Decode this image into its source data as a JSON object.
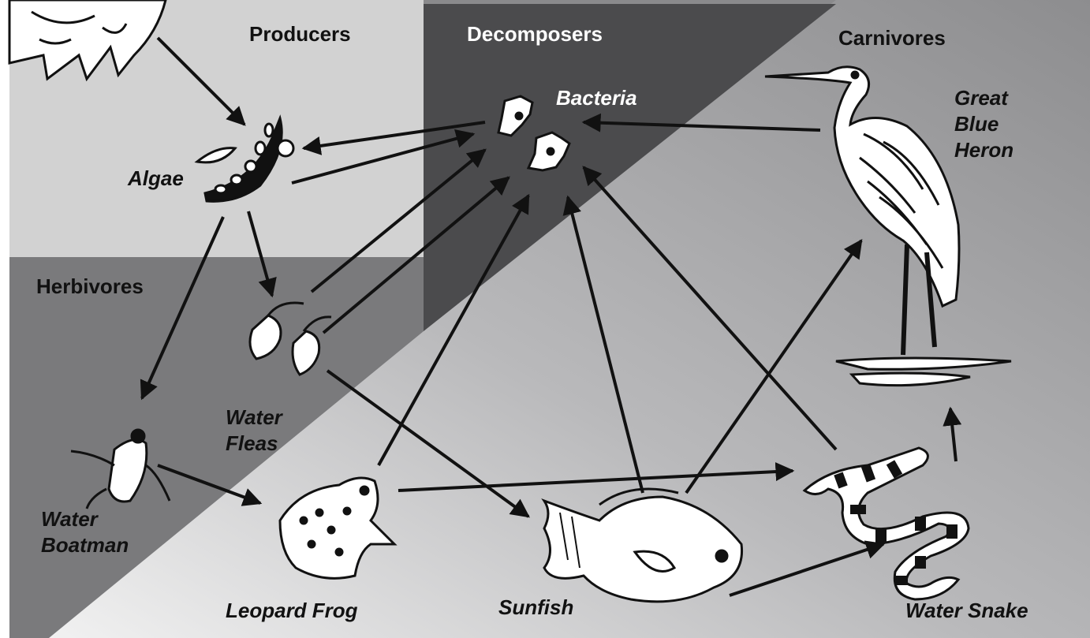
{
  "sections": {
    "producers": "Producers",
    "decomposers": "Decomposers",
    "carnivores": "Carnivores",
    "herbivores": "Herbivores"
  },
  "organisms": {
    "algae": "Algae",
    "bacteria": "Bacteria",
    "heron": [
      "Great",
      "Blue",
      "Heron"
    ],
    "water_fleas": [
      "Water",
      "Fleas"
    ],
    "water_boatman": [
      "Water",
      "Boatman"
    ],
    "leopard_frog": "Leopard Frog",
    "sunfish": "Sunfish",
    "water_snake": "Water Snake"
  },
  "colors": {
    "producers_bg": "#d2d2d2",
    "decomposers_bg": "#4b4b4d",
    "carnivores_bg": "#8a8a8c",
    "herbivores_bg": "#7a7a7c",
    "arrow": "#111111"
  },
  "icons": [
    "sun-icon",
    "algae-icon",
    "bacteria-icon",
    "heron-icon",
    "water-flea-icon",
    "water-boatman-icon",
    "leopard-frog-icon",
    "sunfish-icon",
    "water-snake-icon"
  ]
}
